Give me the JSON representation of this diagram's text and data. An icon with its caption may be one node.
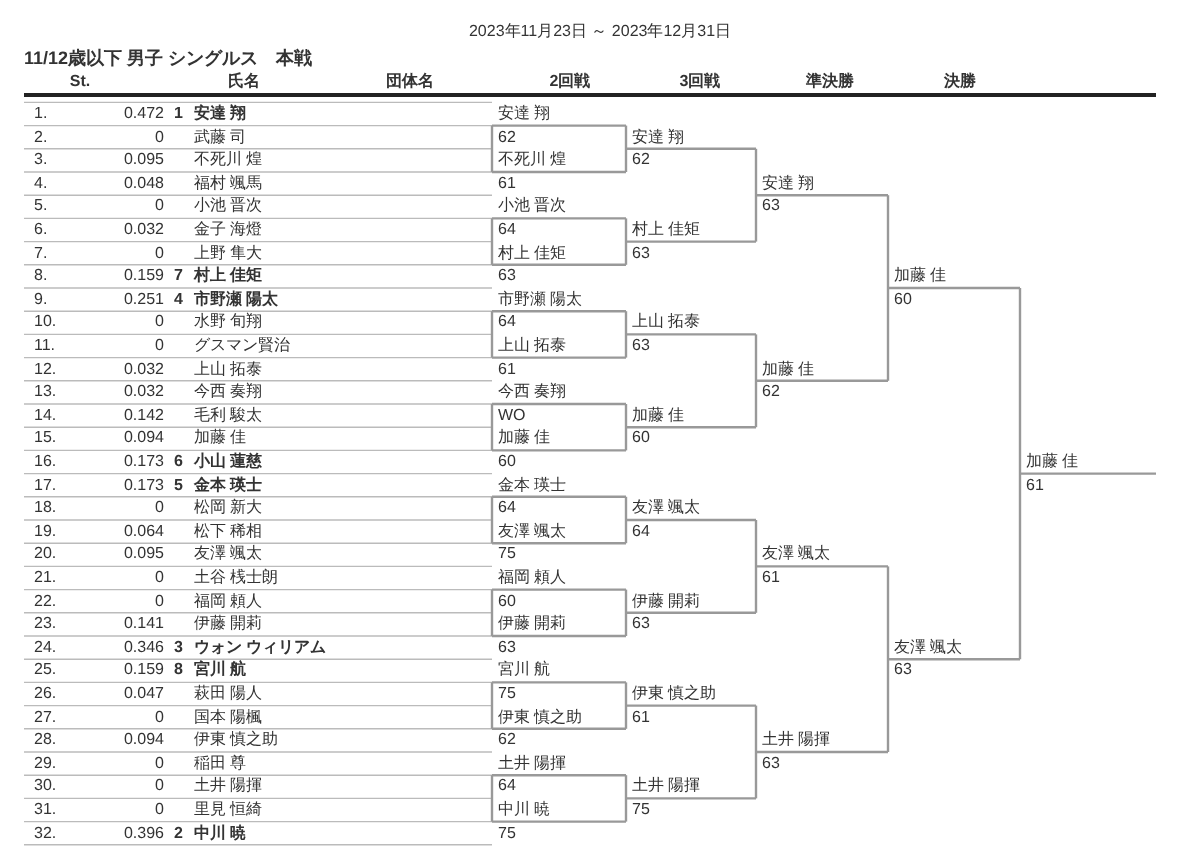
{
  "diagram": {
    "title": "11/12歳以下 男子 シングルス　本戦",
    "labels": [
      "2023年11月23日 ～ 2023年12月31日",
      "St.",
      "氏名",
      "団体名",
      "2回戦",
      "3回戦",
      "準決勝",
      "決勝",
      "1.",
      "0.472",
      "1",
      "安達 翔",
      "安達 翔",
      "2.",
      "0",
      "武藤 司",
      "62",
      "安達 翔",
      "3.",
      "0.095",
      "不死川 煌",
      "不死川 煌",
      "62",
      "4.",
      "0.048",
      "福村 颯馬",
      "61",
      "安達 翔",
      "5.",
      "0",
      "小池 晋次",
      "小池 晋次",
      "63",
      "6.",
      "0.032",
      "金子 海燈",
      "64",
      "村上 佳矩",
      "7.",
      "0",
      "上野 隼大",
      "村上 佳矩",
      "63",
      "8.",
      "0.159",
      "7",
      "村上 佳矩",
      "63",
      "加藤 佳",
      "9.",
      "0.251",
      "4",
      "市野瀬 陽太",
      "市野瀬 陽太",
      "60",
      "10.",
      "0",
      "水野 旬翔",
      "64",
      "上山 拓泰",
      "11.",
      "0",
      "グスマン賢治",
      "上山 拓泰",
      "63",
      "12.",
      "0.032",
      "上山 拓泰",
      "61",
      "加藤 佳",
      "13.",
      "0.032",
      "今西 奏翔",
      "今西 奏翔",
      "62",
      "14.",
      "0.142",
      "毛利 駿太",
      "WO",
      "加藤 佳",
      "15.",
      "0.094",
      "加藤 佳",
      "加藤 佳",
      "60",
      "16.",
      "0.173",
      "6",
      "小山 蓮慈",
      "60",
      "加藤 佳",
      "17.",
      "0.173",
      "5",
      "金本 瑛士",
      "金本 瑛士",
      "61",
      "18.",
      "0",
      "松岡 新大",
      "64",
      "友澤 颯太",
      "19.",
      "0.064",
      "松下 稀相",
      "友澤 颯太",
      "64",
      "20.",
      "0.095",
      "友澤 颯太",
      "75",
      "友澤 颯太",
      "21.",
      "0",
      "土谷 桟士朗",
      "福岡 頼人",
      "61",
      "22.",
      "0",
      "福岡 頼人",
      "60",
      "伊藤 開莉",
      "23.",
      "0.141",
      "伊藤 開莉",
      "伊藤 開莉",
      "63",
      "24.",
      "0.346",
      "3",
      "ウォン ウィリアム",
      "63",
      "友澤 颯太",
      "25.",
      "0.159",
      "8",
      "宮川 航",
      "宮川 航",
      "63",
      "26.",
      "0.047",
      "萩田 陽人",
      "75",
      "伊東 慎之助",
      "27.",
      "0",
      "国本 陽楓",
      "伊東 慎之助",
      "61",
      "28.",
      "0.094",
      "伊東 慎之助",
      "62",
      "土井 陽揮",
      "29.",
      "0",
      "稲田 尊",
      "土井 陽揮",
      "63",
      "30.",
      "0",
      "土井 陽揮",
      "64",
      "土井 陽揮",
      "31.",
      "0",
      "里見 恒綺",
      "中川 暁",
      "75",
      "32.",
      "0.396",
      "2",
      "中川 暁",
      "75"
    ]
  }
}
